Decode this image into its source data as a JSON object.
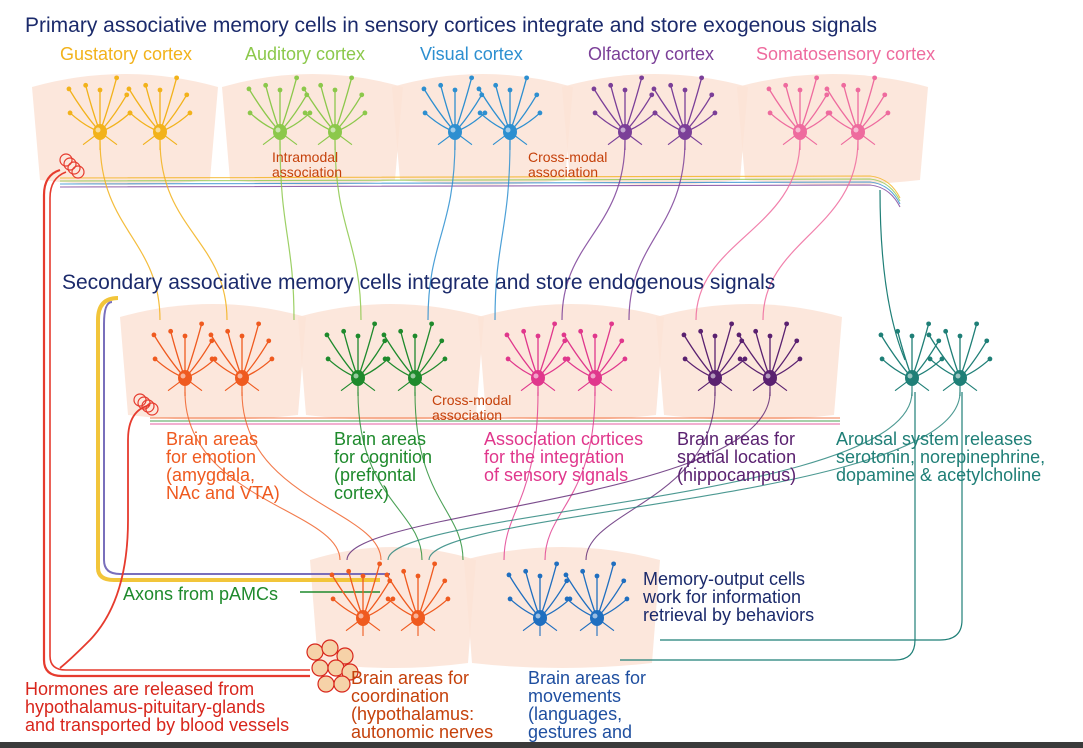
{
  "headings": {
    "primary": "Primary associative memory cells in sensory cortices integrate and store exogenous signals",
    "secondary": "Secondary associative memory cells integrate and store endogenous signals"
  },
  "cortices": [
    {
      "label": "Gustatory cortex",
      "color": "#f2b21b"
    },
    {
      "label": "Auditory cortex",
      "color": "#8cc84b"
    },
    {
      "label": "Visual cortex",
      "color": "#2d8fd0"
    },
    {
      "label": "Olfactory cortex",
      "color": "#7b3f98"
    },
    {
      "label": "Somatosensory cortex",
      "color": "#ee6b9e"
    }
  ],
  "association_labels": {
    "intramodal": "Intramodal\nassociation",
    "crossmodal_top": "Cross-modal\nassociation",
    "crossmodal_mid": "Cross-modal\nassociation"
  },
  "secondary_groups": [
    {
      "label": "Brain areas\nfor emotion\n(amygdala,\nNAc and VTA)",
      "color": "#ef5a1f"
    },
    {
      "label": "Brain areas\nfor cognition\n(prefrontal\ncortex)",
      "color": "#1e8a2c"
    },
    {
      "label": "Association cortices\nfor the integration\nof sensory signals",
      "color": "#e0378c"
    },
    {
      "label": "Brain areas for\nspatial location\n(hippocampus)",
      "color": "#5a2170"
    },
    {
      "label": "Arousal system releases\nserotonin, norepinephrine,\ndopamine & acetylcholine",
      "color": "#1f7f77"
    }
  ],
  "output": {
    "axons": "Axons from pAMCs",
    "memory_output": "Memory-output cells\nwork for information\nretrieval by behaviors",
    "hormones": "Hormones are released from\nhypothalamus-pituitary-glands\nand transported by blood vessels",
    "coordination": "Brain areas for\ncoordination\n(hypothalamus:\nautonomic nerves",
    "movements": "Brain areas for\nmovements\n(languages,\ngestures and"
  },
  "colors": {
    "heading": "#1b2a6b",
    "blood_vessel": "#e63b2e",
    "panel": "#fbe3d6",
    "yellow_path": "#f2c53a",
    "memory_output": "#1b2a6b",
    "axons": "#1e8a2c",
    "hormones": "#d8261c",
    "coordination": "#c5410b",
    "movements": "#1f4fa0",
    "mini": "#c5410b"
  }
}
